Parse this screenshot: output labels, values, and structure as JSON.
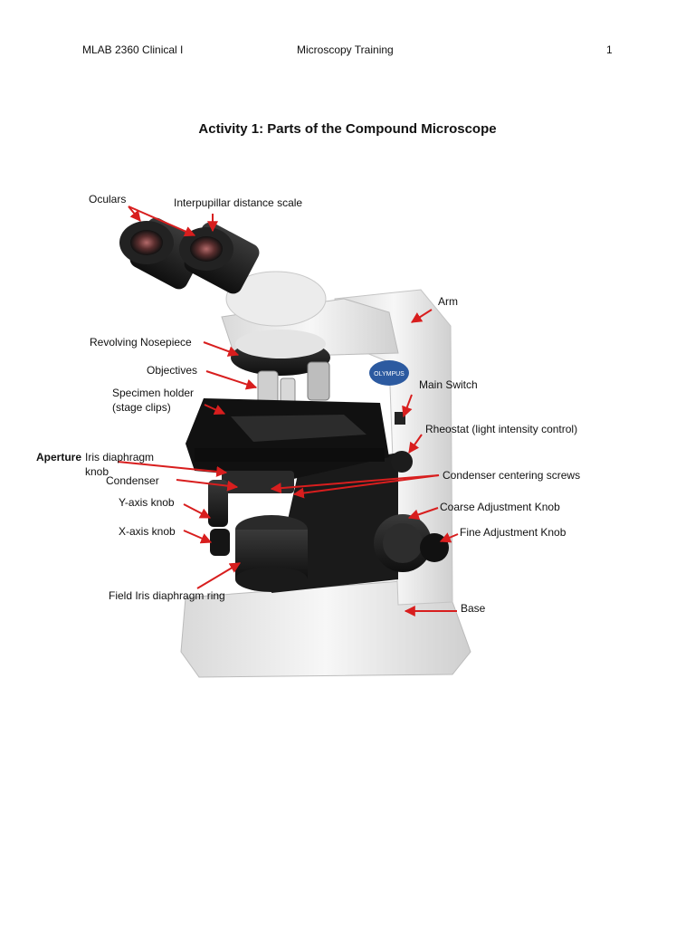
{
  "header": {
    "course": "MLAB 2360 Clinical I",
    "section": "Microscopy Training",
    "page_number": "1"
  },
  "title": "Activity 1: Parts of the Compound Microscope",
  "labels": {
    "oculars": "Oculars",
    "interpupillar": "Interpupillar distance scale",
    "arm": "Arm",
    "revolving_nosepiece": "Revolving Nosepiece",
    "objectives": "Objectives",
    "main_switch": "Main Switch",
    "specimen_holder_1": "Specimen holder",
    "specimen_holder_2": "(stage clips)",
    "rheostat": "Rheostat (light intensity control)",
    "aperture": "Aperture",
    "iris_diaphragm_1": "Iris diaphragm",
    "iris_diaphragm_2": "knob",
    "condenser": "Condenser",
    "condenser_centering": "Condenser centering screws",
    "y_axis": "Y-axis knob",
    "coarse": "Coarse Adjustment Knob",
    "x_axis": "X-axis knob",
    "fine": "Fine Adjustment Knob",
    "field_iris": "Field Iris diaphragm ring",
    "base": "Base"
  },
  "brand_logo": "OLYMPUS",
  "colors": {
    "arrow": "#d81e1e",
    "body": "#f1f1f1",
    "dark": "#1d1d1d"
  }
}
